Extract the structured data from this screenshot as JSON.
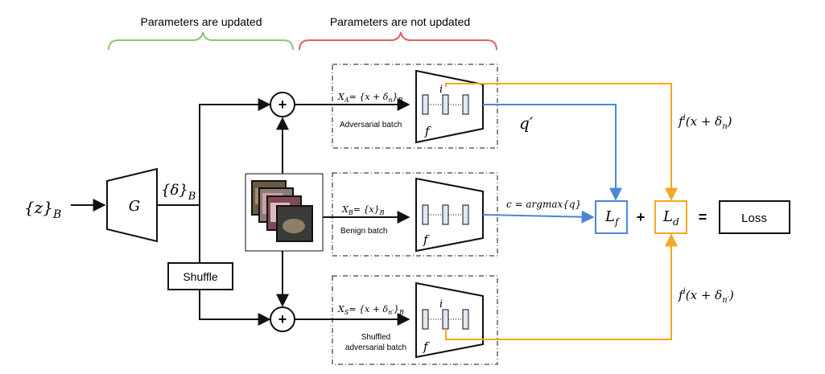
{
  "headers": {
    "updated": "Parameters are updated",
    "not_updated": "Parameters are not updated"
  },
  "inputs": {
    "z_batch": "{z}",
    "z_batch_sub": "B",
    "generator": "G",
    "delta_batch": "{δ}",
    "delta_batch_sub": "B",
    "shuffle": "Shuffle",
    "plus": "+"
  },
  "batches": {
    "adversarial": {
      "expr": "X",
      "expr_sub": "A",
      "expr_rest": "= {x + δ",
      "expr_rest_sub": "n",
      "expr_close": "}",
      "expr_close_sub": "B",
      "label": "Adversarial batch"
    },
    "benign": {
      "expr": "X",
      "expr_sub": "B",
      "expr_rest": "= {x}",
      "expr_rest_sub": "B",
      "label": "Benign batch"
    },
    "shuffled": {
      "expr": "X",
      "expr_sub": "S",
      "expr_rest": "= {x + δ",
      "expr_rest_sub": "n′",
      "expr_close": "}",
      "expr_close_sub": "B",
      "label_line1": "Shuffled",
      "label_line2": "adversarial batch"
    }
  },
  "network": {
    "f_label": "f",
    "i_label": "i"
  },
  "signals": {
    "q_prime": "q′",
    "c_expr": "c = argmax{q}",
    "f_i_top": "f",
    "f_i_top_sup": "i",
    "f_i_top_arg": "(x + δ",
    "f_i_top_arg_sub": "n",
    "f_i_bottom": "f",
    "f_i_bottom_sup": "i",
    "f_i_bottom_arg": "(x + δ",
    "f_i_bottom_arg_sub": "n′"
  },
  "losses": {
    "lf": "L",
    "lf_sub": "f",
    "ld": "L",
    "ld_sub": "d",
    "plus": "+",
    "equals": "=",
    "loss": "Loss"
  },
  "colors": {
    "green_brace": "#8cc66d",
    "red_brace": "#e06060",
    "blue": "#4a86d8",
    "orange": "#f5a623",
    "bar_fill": "#dfe7f3"
  }
}
